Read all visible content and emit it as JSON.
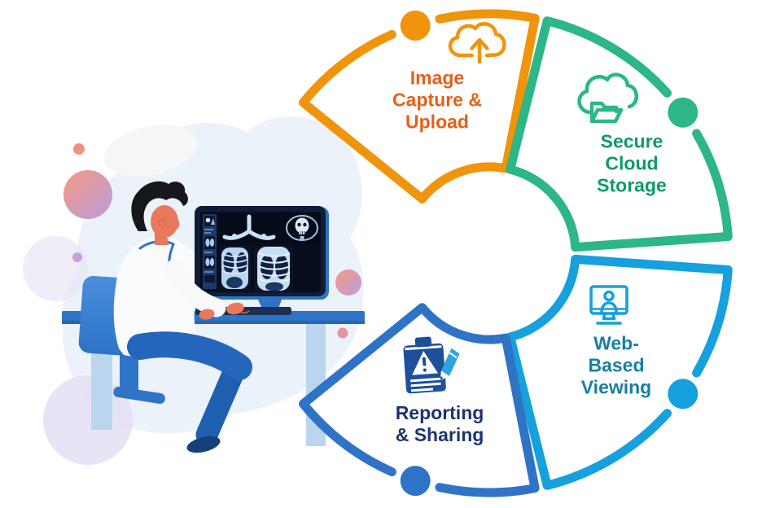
{
  "diagram": {
    "type": "circular-process-infographic",
    "segments": [
      {
        "id": "image-capture-upload",
        "label": "Image\nCapture &\nUpload",
        "color": "#F0940B",
        "text_color": "#E2611B",
        "icon": "cloud-upload-icon"
      },
      {
        "id": "secure-cloud-storage",
        "label": "Secure\nCloud\nStorage",
        "color": "#2DB687",
        "text_color": "#0E9A6C",
        "icon": "cloud-folder-icon"
      },
      {
        "id": "web-based-viewing",
        "label": "Web-\nBased\nViewing",
        "color": "#16A0DD",
        "text_color": "#187FA2",
        "icon": "monitor-user-icon"
      },
      {
        "id": "reporting-sharing",
        "label": "Reporting\n& Sharing",
        "color": "#2F73C7",
        "text_color": "#1C3373",
        "icon": "report-clipboard-icon"
      }
    ]
  },
  "illustration": {
    "scene": "radiologist reviewing x-ray images on a workstation monitor",
    "colors": {
      "desk": "#2E73C5",
      "chair": "#3E85D6",
      "coat": "#FAFBFD",
      "skin": "#E8795C",
      "hair": "#15171C",
      "pants": "#2366BC",
      "screen": "#070D1C",
      "desk_legs": "#B9D6EE",
      "blob": "#ECF2FA",
      "accent_pink": "#EE9287",
      "accent_purple": "#C9A2DC"
    }
  }
}
